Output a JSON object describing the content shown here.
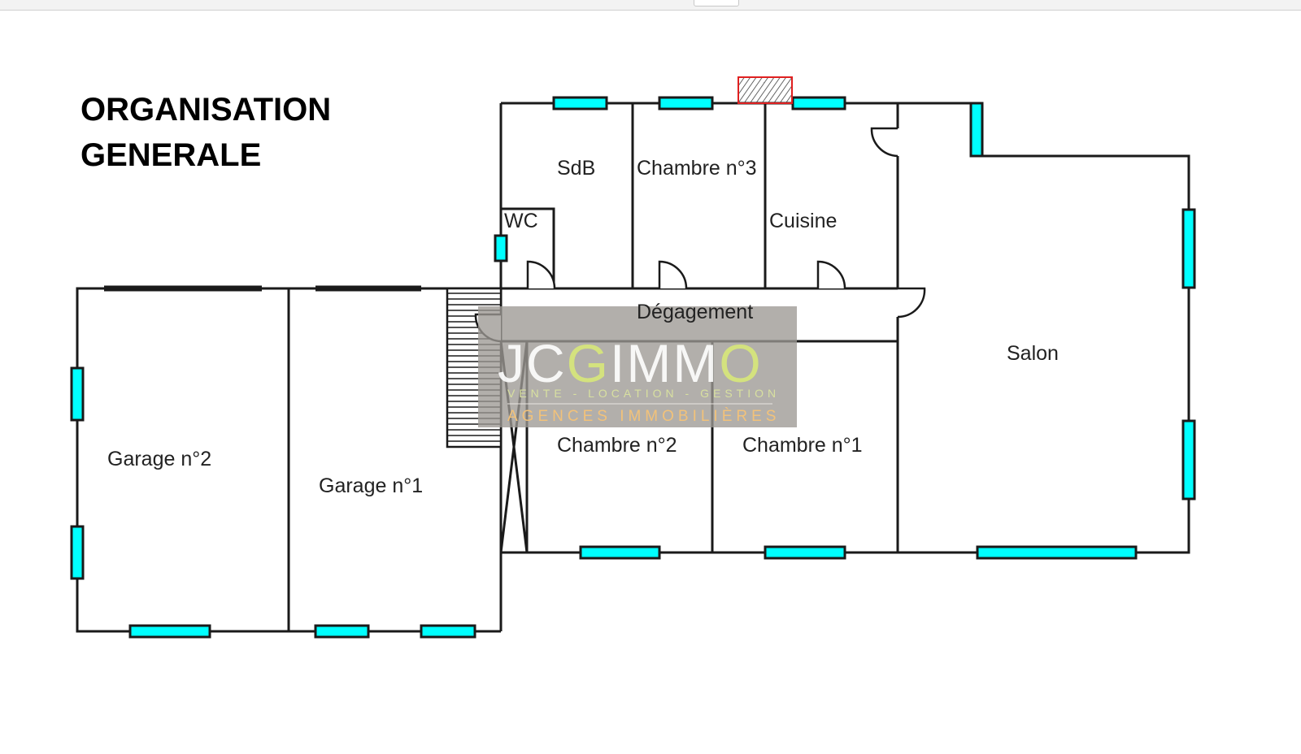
{
  "title": {
    "line1": "ORGANISATION",
    "line2": "GENERALE"
  },
  "rooms": {
    "sdb": "SdB",
    "chambre3": "Chambre n°3",
    "cuisine": "Cuisine",
    "wc": "WC",
    "degagement": "Dégagement",
    "salon": "Salon",
    "chambre2": "Chambre n°2",
    "chambre1": "Chambre n°1",
    "garage2": "Garage n°2",
    "garage1": "Garage n°1"
  },
  "watermark": {
    "brand_jc": "JC",
    "brand_g": "G",
    "brand_imm": "IMM",
    "brand_o": "O",
    "tagline": "VENTE - LOCATION - GESTION",
    "subtitle": "AGENCES IMMOBILIÈRES"
  },
  "colors": {
    "window": "#00ffff",
    "wall": "#1a1a1a",
    "chimney": "#e02020",
    "watermark_green": "#d8e87a",
    "watermark_orange": "#f2c27a"
  }
}
